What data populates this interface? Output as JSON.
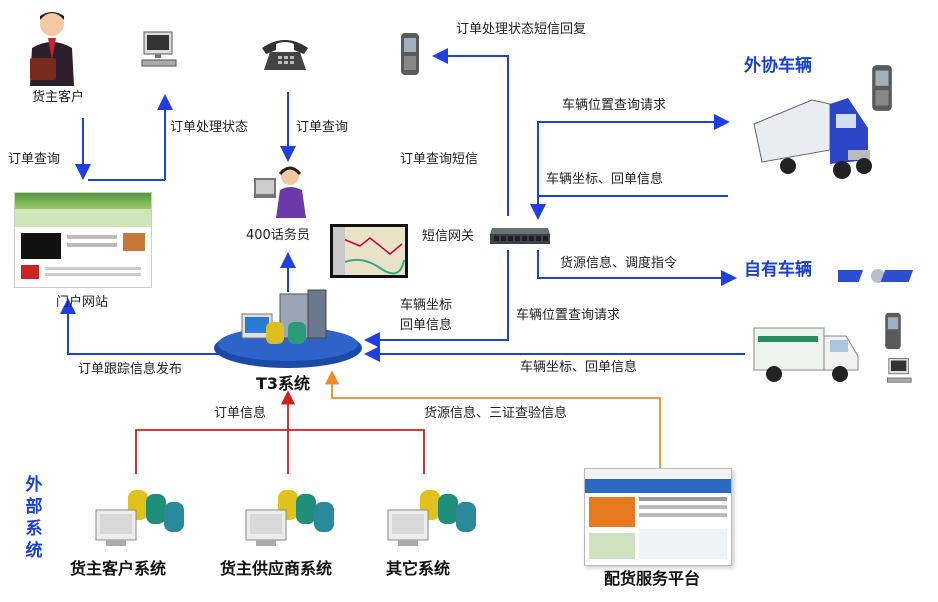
{
  "nodes": {
    "shipper_customer": "货主客户",
    "portal": "门户网站",
    "call_center": "400话务员",
    "sms_gateway": "短信网关",
    "t3_system": "T3系统",
    "outsourced_vehicles": "外协车辆",
    "own_vehicles": "自有车辆",
    "external_systems": "外部系统",
    "shipper_customer_system": "货主客户系统",
    "shipper_supplier_system": "货主供应商系统",
    "other_system": "其它系统",
    "distribution_platform": "配货服务平台"
  },
  "edges": {
    "order_query_to_portal": "订单查询",
    "order_status_to_pc": "订单处理状态",
    "order_query_phone": "订单查询",
    "order_status_sms_reply": "订单处理状态短信回复",
    "order_query_sms": "订单查询短信",
    "vehicle_position_request_top": "车辆位置查询请求",
    "vehicle_coords_receipt_top": "车辆坐标、回单信息",
    "cargo_dispatch": "货源信息、调度指令",
    "vehicle_coords_line1": "车辆坐标",
    "receipt_line2": "回单信息",
    "vehicle_position_request_mid": "车辆位置查询请求",
    "vehicle_coords_receipt_own": "车辆坐标、回单信息",
    "order_tracking_publish": "订单跟踪信息发布",
    "order_info": "订单信息",
    "cargo_certificate_check": "货源信息、三证查验信息"
  },
  "colors": {
    "blue_flow": "#1f3fe0",
    "red_flow": "#d21f1f",
    "orange_flow": "#f08a26",
    "title_blue": "#1a3fd6"
  },
  "icons": [
    "businessman-icon",
    "desktop-pc-icon",
    "telephone-icon",
    "mobile-phone-icon",
    "operator-icon",
    "map-screen-icon",
    "network-switch-icon",
    "server-icon",
    "blue-truck-icon",
    "van-icon",
    "satellite-icon",
    "database-server-icon",
    "website-screenshot-icon"
  ]
}
